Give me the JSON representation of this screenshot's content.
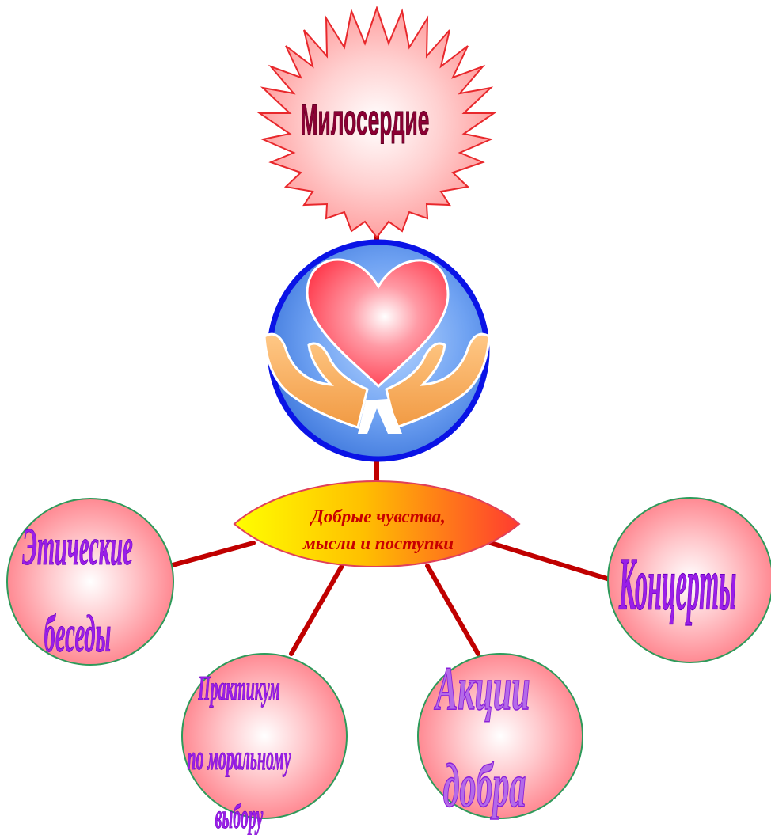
{
  "diagram": {
    "top_star": {
      "label": "Милосердие"
    },
    "center_ellipse": {
      "line1": "Добрые чувства,",
      "line2": "мысли и поступки"
    },
    "nodes": {
      "ethics": {
        "line1": "Этические",
        "line2": "беседы"
      },
      "practicum": {
        "line1": "Практикум",
        "line2": "по моральному",
        "line3": "выбору"
      },
      "actions": {
        "line1": "Акции",
        "line2": "добра"
      },
      "concerts": {
        "line1": "Концерты"
      }
    },
    "emblem": {
      "icon": "heart-in-hands-icon"
    }
  },
  "colors": {
    "connector": "#c00000",
    "star_fill": "#ffb3b3",
    "star_stroke": "#e8282c",
    "star_text": "#8b0034",
    "node_text": "#9a1ee8",
    "node_stroke": "#2e9a5a",
    "ellipse_text": "#c80000",
    "emblem_ring": "#0a13e6"
  }
}
